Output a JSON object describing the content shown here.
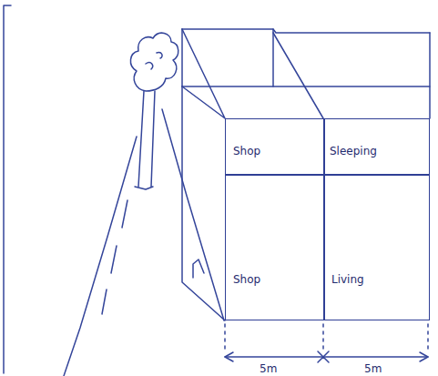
{
  "diagram": {
    "nodes": [
      {
        "text": [
          "Shop"
        ]
      },
      {
        "text": [
          "Sleeping"
        ]
      },
      {
        "text": [
          "Shop"
        ]
      },
      {
        "text": [
          "Living"
        ]
      }
    ],
    "labels": [
      "5m",
      "5m"
    ]
  }
}
